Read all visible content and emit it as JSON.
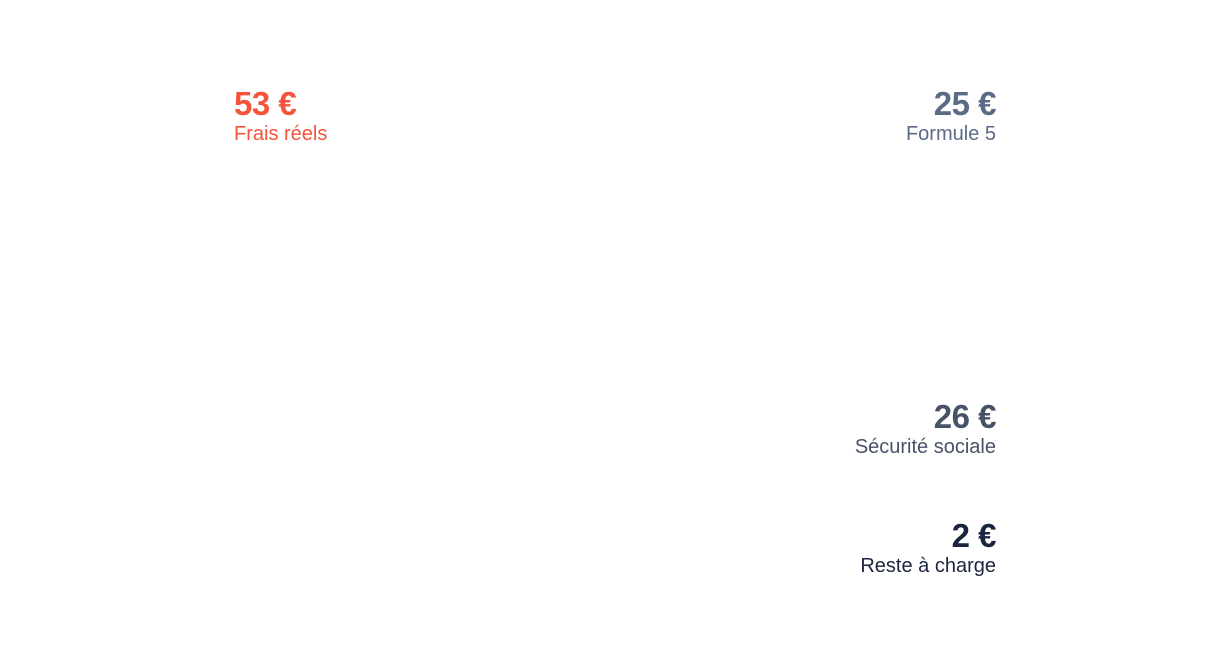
{
  "items": [
    {
      "amount": "53 €",
      "label": "Frais réels",
      "color": "#f5533a"
    },
    {
      "amount": "25 €",
      "label": "Formule 5",
      "color": "#5b6b87"
    },
    {
      "amount": "26 €",
      "label": "Sécurité sociale",
      "color": "#475268"
    },
    {
      "amount": "2 €",
      "label": "Reste à charge",
      "color": "#1b2540"
    }
  ]
}
